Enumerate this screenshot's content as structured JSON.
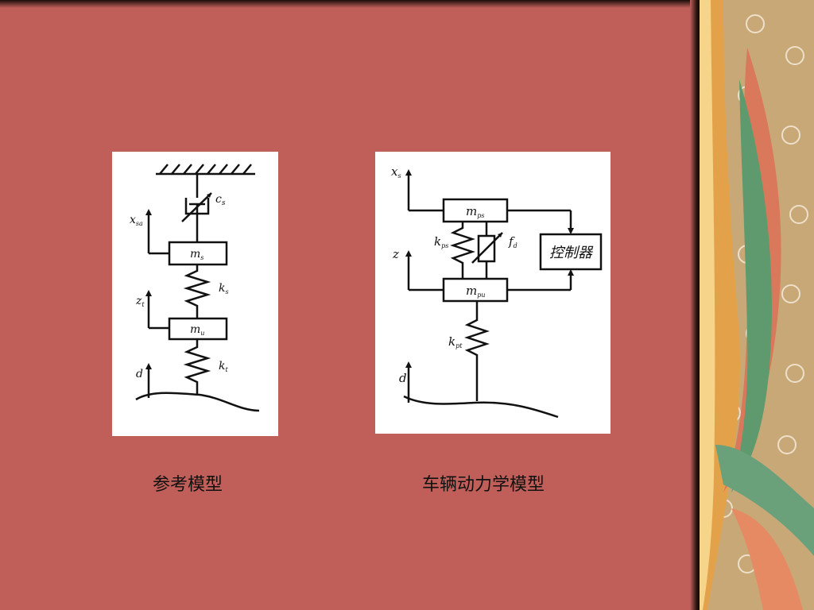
{
  "left_figure": {
    "caption": "参考模型",
    "labels": {
      "damper": "c",
      "damper_sub": "s",
      "xs": "x",
      "xs_sub": "sa",
      "mass_top": "m",
      "mass_top_sub": "s",
      "spring_top": "k",
      "spring_top_sub": "s",
      "z": "z",
      "z_sub": "t",
      "mass_bottom": "m",
      "mass_bottom_sub": "u",
      "spring_bottom": "k",
      "spring_bottom_sub": "t",
      "d": "d"
    }
  },
  "right_figure": {
    "caption": "车辆动力学模型",
    "labels": {
      "xs": "x",
      "xs_sub": "s",
      "mass_top": "m",
      "mass_top_sub": "ps",
      "spring_top": "k",
      "spring_top_sub": "ps",
      "actuator": "f",
      "actuator_sub": "d",
      "controller": "控制器",
      "z": "z",
      "mass_bottom": "m",
      "mass_bottom_sub": "pu",
      "spring_bottom": "k",
      "spring_bottom_sub": "pt",
      "d": "d"
    }
  },
  "colors": {
    "slide_background": "#c05f59",
    "panel_background": "#ffffff",
    "ink": "#111111"
  }
}
